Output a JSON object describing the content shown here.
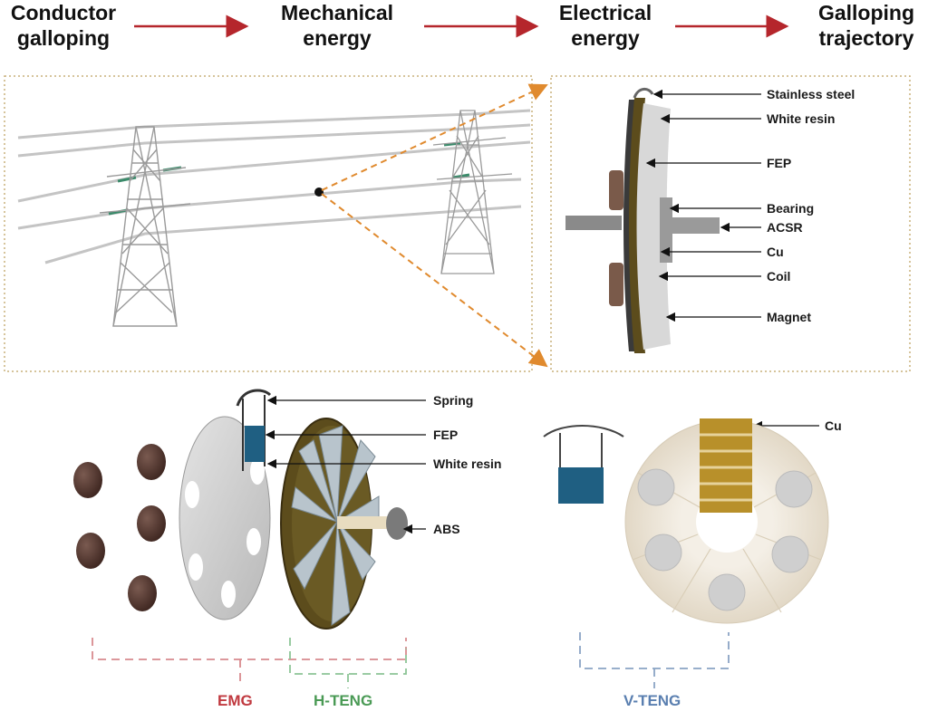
{
  "flow": {
    "steps": [
      {
        "line1": "Conductor",
        "line2": "galloping"
      },
      {
        "line1": "Mechanical",
        "line2": "energy"
      },
      {
        "line1": "Electrical",
        "line2": "energy"
      },
      {
        "line1": "Galloping",
        "line2": "trajectory"
      }
    ],
    "arrow_color": "#b5262c"
  },
  "device_labels": {
    "stainless_steel": "Stainless steel",
    "white_resin": "White resin",
    "fep": "FEP",
    "bearing": "Bearing",
    "acsr": "ACSR",
    "cu": "Cu",
    "coil": "Coil",
    "magnet": "Magnet"
  },
  "exploded_labels": {
    "spring": "Spring",
    "fep": "FEP",
    "white_resin": "White resin",
    "abs": "ABS",
    "cu": "Cu"
  },
  "groups": {
    "emg": {
      "label": "EMG",
      "color": "#c0393f"
    },
    "h_teng": {
      "label": "H-TENG",
      "color": "#4a9a55"
    },
    "v_teng": {
      "label": "V-TENG",
      "color": "#5a7fb0"
    }
  },
  "colors": {
    "frame_border": "#c9b07a",
    "callout": "#e08a2e",
    "fep_blue": "#1f5f82",
    "cu_gold": "#b8902a",
    "magnet_brown": "#5a3a32",
    "resin_olive": "#5c4c1c"
  }
}
